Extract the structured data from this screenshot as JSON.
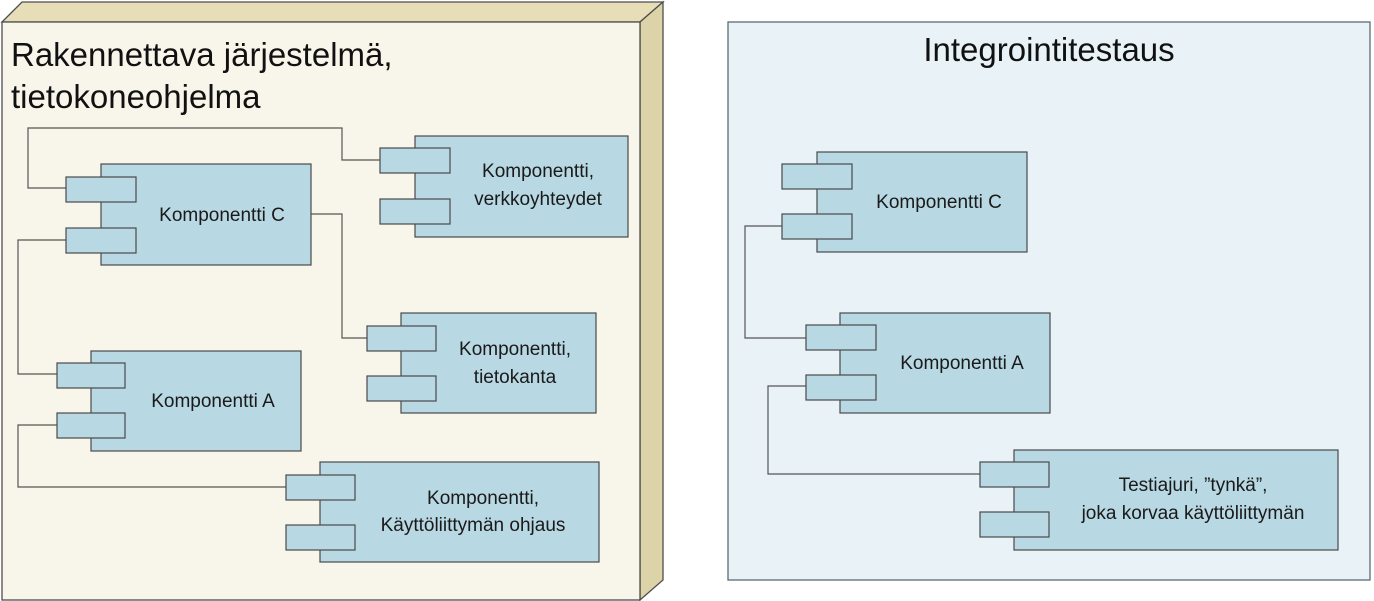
{
  "left_node": {
    "title_line1": "Rakennettava järjestelmä,",
    "title_line2": "tietokoneohjelma",
    "components": {
      "c": {
        "line1": "Komponentti C"
      },
      "network": {
        "line1": "Komponentti,",
        "line2": "verkkoyhteydet"
      },
      "a": {
        "line1": "Komponentti A"
      },
      "database": {
        "line1": "Komponentti,",
        "line2": "tietokanta"
      },
      "ui": {
        "line1": "Komponentti,",
        "line2": "Käyttöliittymän ohjaus"
      }
    }
  },
  "right_panel": {
    "title": "Integrointitestaus",
    "components": {
      "c": {
        "line1": "Komponentti C"
      },
      "a": {
        "line1": "Komponentti A"
      },
      "stub": {
        "line1": "Testiajuri, ”tynkä”,",
        "line2": "joka korvaa käyttöliittymän"
      }
    }
  },
  "colors": {
    "component_fill": "#b8d8e3",
    "node_front": "#f8f6ea",
    "node_side": "#ddd3a8",
    "panel_fill": "#e8f2f7"
  }
}
